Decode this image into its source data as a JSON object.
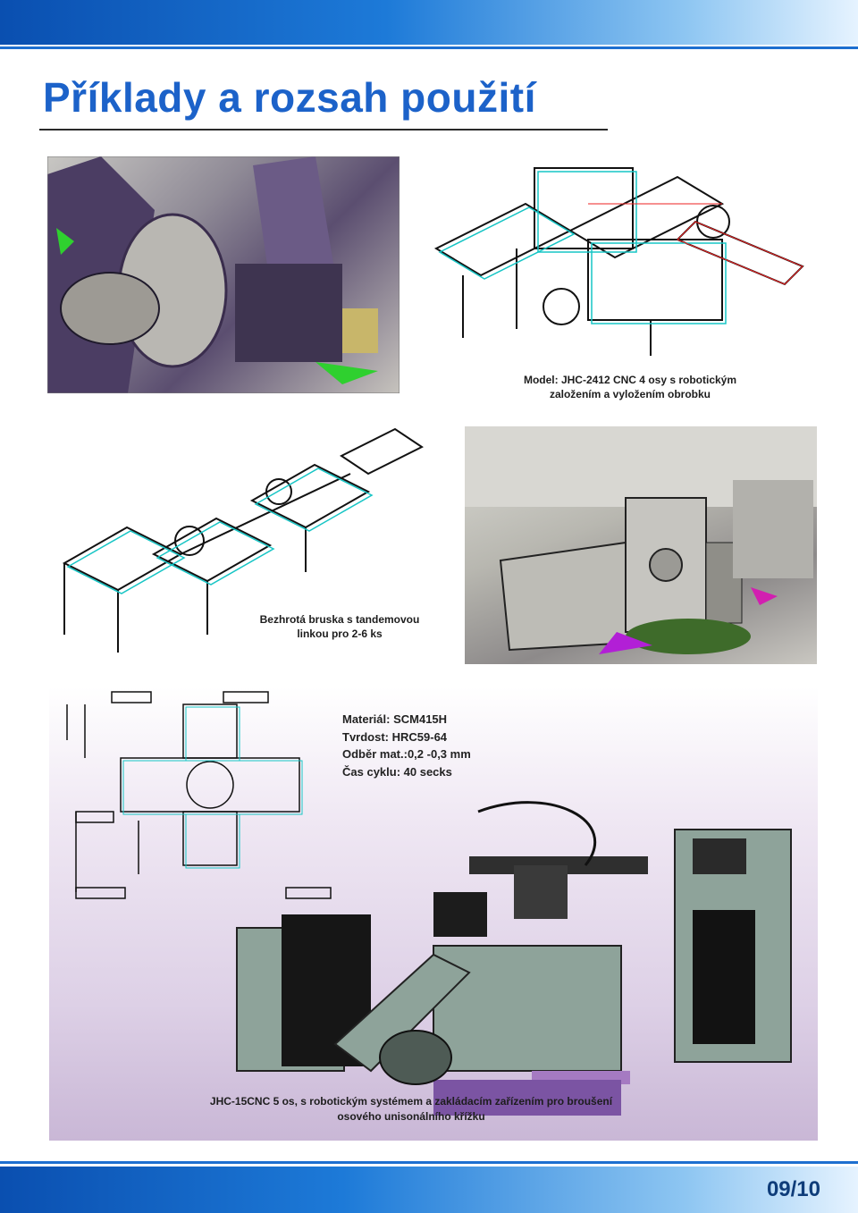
{
  "header": {
    "title": "Příklady a rozsah použití"
  },
  "figures": {
    "caption1_line1": "Model: JHC-2412 CNC 4 osy s robotickým",
    "caption1_line2": "založením a vyložením obrobku",
    "caption2_line1": "Bezhrotá bruska s tandemovou",
    "caption2_line2": "linkou pro 2-6 ks",
    "material_line1": "Materiál: SCM415H",
    "material_line2": "Tvrdost: HRC59-64",
    "material_line3": "Odběr mat.:0,2 -0,3 mm",
    "material_line4": "Čas cyklu: 40 secks",
    "caption3_line1": "JHC-15CNC 5 os, s robotickým systémem a zakládacím zařízením pro broušení",
    "caption3_line2": "osového unisonálního křížku"
  },
  "footer": {
    "page_number": "09/10"
  }
}
